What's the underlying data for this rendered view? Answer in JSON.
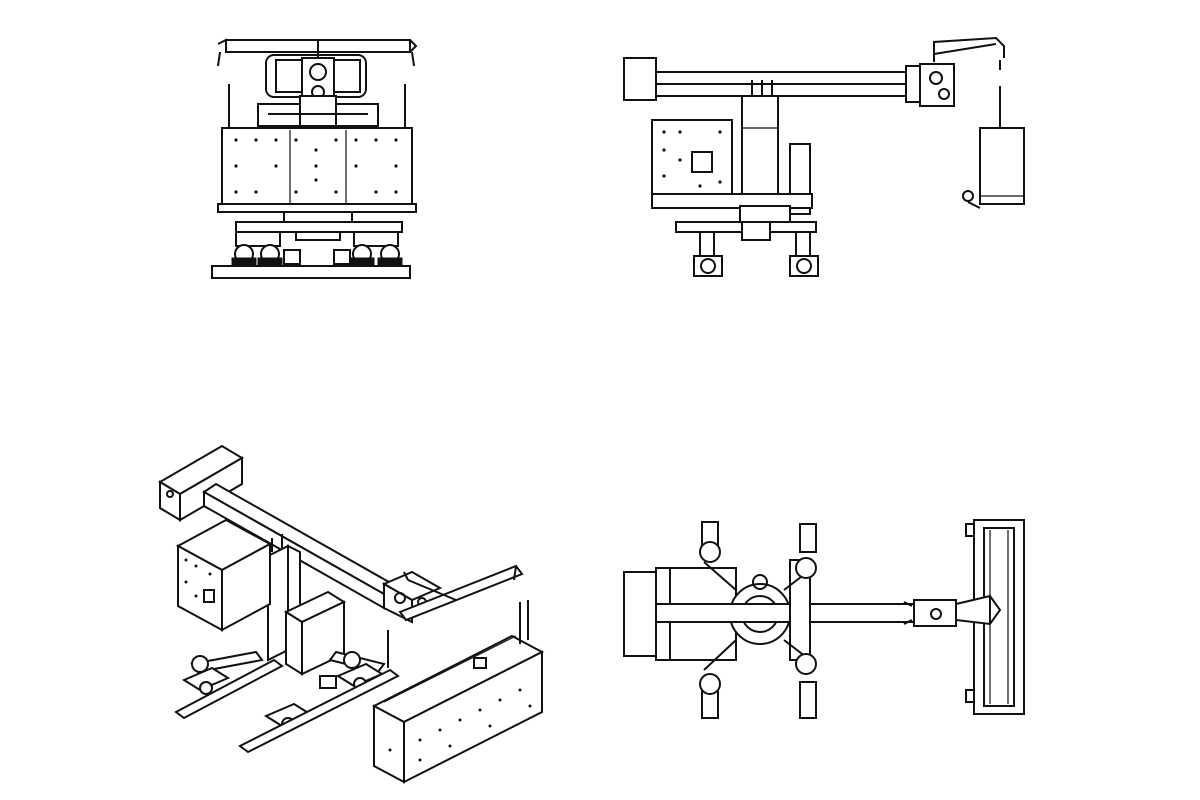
{
  "drawing": {
    "views": [
      {
        "id": "front"
      },
      {
        "id": "side"
      },
      {
        "id": "isometric"
      },
      {
        "id": "top"
      }
    ],
    "colors": {
      "line": "#111111",
      "background": "#ffffff"
    }
  }
}
